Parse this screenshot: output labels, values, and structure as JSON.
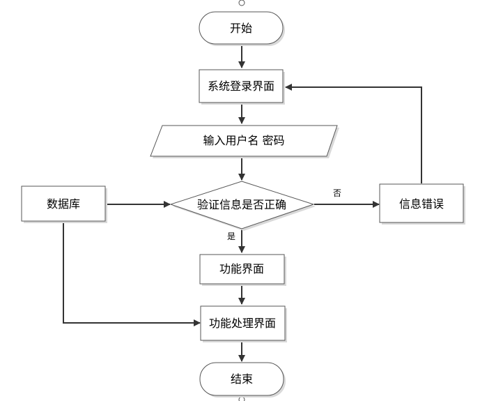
{
  "nodes": {
    "start": "开始",
    "login": "系统登录界面",
    "input": "输入用户名 密码",
    "database": "数据库",
    "verify": "验证信息是否正确",
    "error": "信息错误",
    "function": "功能界面",
    "process": "功能处理界面",
    "end": "结束"
  },
  "edge_labels": {
    "no": "否",
    "yes": "是"
  },
  "colors": {
    "line": "#333333",
    "border": "#555555",
    "shadow": "#d9d9d9",
    "fill": "#ffffff"
  }
}
